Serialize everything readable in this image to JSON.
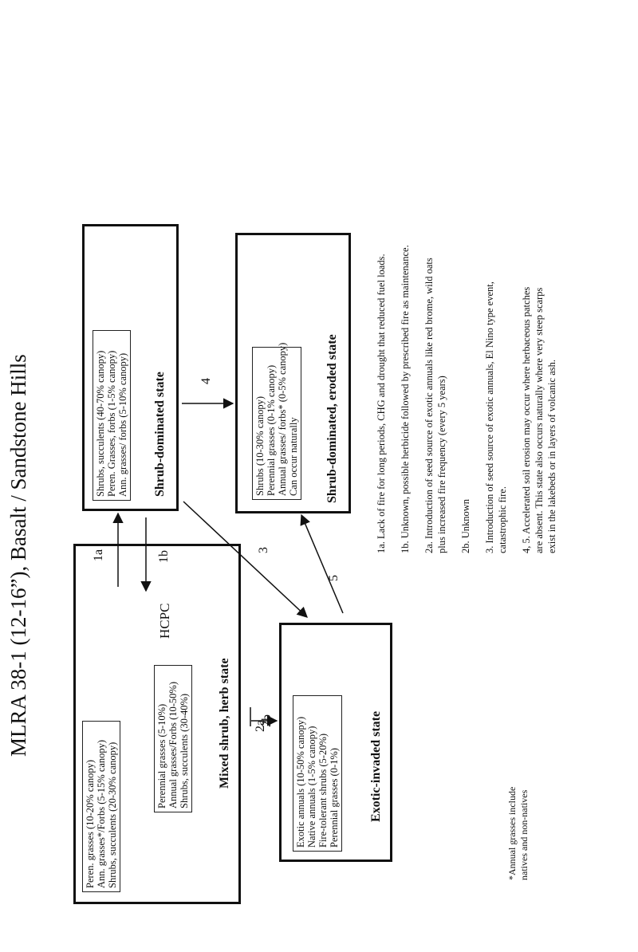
{
  "title": "MLRA 38-1 (12-16”), Basalt / Sandstone Hills",
  "states": {
    "mixed": {
      "name": "Mixed shrub, herb state",
      "hcpc": "HCPC",
      "box1": [
        "Peren. grasses (10-20% canopy)",
        "Ann. grasses*/Forbs (5-15% canopy)",
        "Shrubs, succulents (20-30% canopy)"
      ],
      "box2": [
        "Perennial grasses (5-10%)",
        "Annual grasses/Forbs (10-50%)",
        "Shrubs, succulents (30-40%)"
      ]
    },
    "shrub": {
      "name": "Shrub-dominated state",
      "box": [
        "Shrubs, succulents (40-70% canopy)",
        "Peren. Grasses, forbs (1-5% canopy)",
        "Ann. grasses/ forbs (5-10% canopy)"
      ]
    },
    "exotic": {
      "name": "Exotic-invaded state",
      "box": [
        "Exotic annuals (10-50% canopy)",
        "Native annuals (1-5% canopy)",
        "Fire-tolerant shrubs (5-20%)",
        "Perennial grasses (0-1%)"
      ]
    },
    "eroded": {
      "name": "Shrub-dominated, eroded state",
      "box": [
        "Shrubs (10-30% canopy)",
        "Perennial grasses (0-1% canopy)",
        "Annual grasses/ forbs* (0-5% canopy)",
        "Can occur naturally"
      ]
    }
  },
  "transitions": {
    "t1a": "1a",
    "t1b": "1b",
    "t2a": "2a",
    "t2b": "2b",
    "t3": "3",
    "t4": "4",
    "t5": "5"
  },
  "notes": {
    "n1a": "1a. Lack of fire for long periods, CHG and drought that reduced fuel loads.",
    "n1b": "1b. Unknown, possible herbicide followed by prescribed fire as maintenance.",
    "n2a_l1": "2a. Introduction of seed source of exotic annuals like red brome, wild oats",
    "n2a_l2": "plus increased fire frequency (every 5 years)",
    "n2b": "2b. Unknown",
    "n3_l1": "3. Introduction of seed source of exotic annuals, El Nino type event,",
    "n3_l2": "catastrophic fire.",
    "n45_l1": "4, 5. Accelerated soil erosion may occur where herbaceous patches",
    "n45_l2": "are absent. This state also occurs naturally where very steep scarps",
    "n45_l3": "exist in the lakebeds or in layers of volcanic ash."
  },
  "footnote": {
    "l1": "*Annual grasses include",
    "l2": "natives and non-natives"
  }
}
